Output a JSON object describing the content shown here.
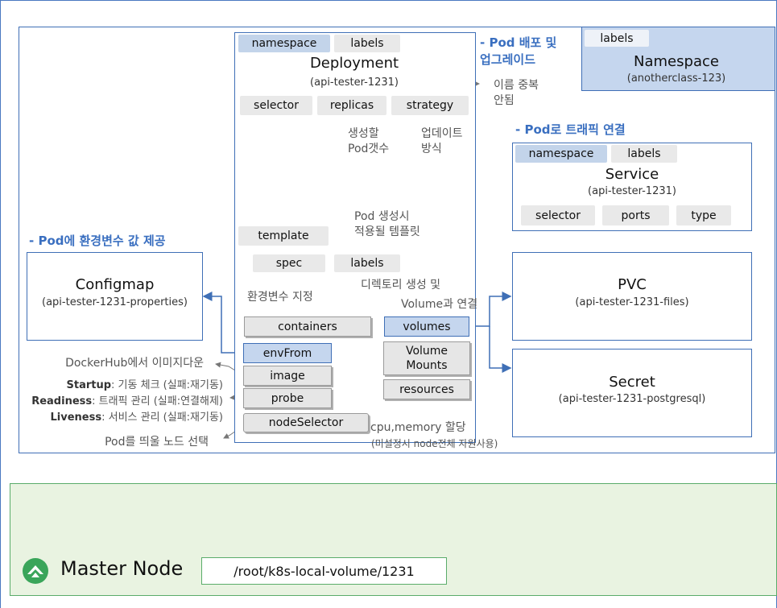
{
  "deployment": {
    "title": "Deployment",
    "name": "(api-tester-1231)",
    "tag_namespace": "namespace",
    "tag_labels": "labels",
    "fields": [
      "selector",
      "replicas",
      "strategy"
    ],
    "template": "template",
    "spec": "spec",
    "spec_labels": "labels",
    "containers": "containers",
    "envFrom": "envFrom",
    "image": "image",
    "probe": "probe",
    "volumes": "volumes",
    "volume_mounts": "Volume\nMounts",
    "resources": "resources",
    "node_selector": "nodeSelector"
  },
  "notes": {
    "deploy_upgrade": "- Pod 배포 및\n업그레이드",
    "name_dup": "이름 중복\n안됨",
    "replica_count": "생성할\nPod갯수",
    "update_method": "업데이트\n방식",
    "template_note": "Pod 생성시\n적용될 템플릿",
    "env_value": "- Pod에 환경변수 값 제공",
    "env_assign": "환경변수 지정",
    "dir_create": "디렉토리 생성 및",
    "volume_link": "Volume과 연결",
    "dockerhub": "DockerHub에서 이미지다운",
    "startup_label": "Startup",
    "startup_text": ": 기동 체크 (실패:재기동)",
    "readiness_label": "Readiness",
    "readiness_text": ": 트래픽 관리 (실패:연결해제)",
    "liveness_label": "Liveness",
    "liveness_text": ": 서비스 관리 (실패:재기동)",
    "node_pick": "Pod를 띄울 노드 선택",
    "cpu_mem": "cpu,memory 할당",
    "cpu_mem_sub": "(미설정시 node전체 자원사용)",
    "traffic": "- Pod로 트래픽 연결"
  },
  "namespace": {
    "tag_labels": "labels",
    "title": "Namespace",
    "name": "(anotherclass-123)"
  },
  "service": {
    "tag_namespace": "namespace",
    "tag_labels": "labels",
    "title": "Service",
    "name": "(api-tester-1231)",
    "fields": [
      "selector",
      "ports",
      "type"
    ]
  },
  "configmap": {
    "title": "Configmap",
    "name": "(api-tester-1231-properties)"
  },
  "pvc": {
    "title": "PVC",
    "name": "(api-tester-1231-files)"
  },
  "secret": {
    "title": "Secret",
    "name": "(api-tester-1231-postgresql)"
  },
  "master": {
    "label": "Master Node",
    "path": "/root/k8s-local-volume/1231"
  },
  "colors": {
    "blue_border": "#3f6fb6",
    "blue_fill": "#c5d6ee",
    "green_fill": "#e9f3e1",
    "green_border": "#5aac6a",
    "note_blue": "#3a6fc0"
  }
}
